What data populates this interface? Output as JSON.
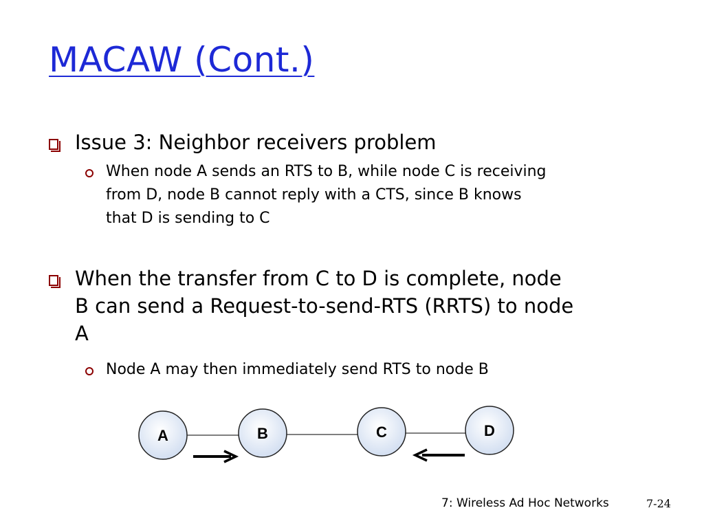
{
  "slide": {
    "title": "MACAW (Cont.)",
    "bullets": [
      {
        "text": "Issue 3: Neighbor receivers problem",
        "sub": [
          {
            "lines": [
              "When node A sends an RTS to B, while node C is receiving",
              "from D,  node B cannot reply with a CTS, since B knows",
              "that D is sending to C"
            ]
          }
        ]
      },
      {
        "lines": [
          "When the transfer from C to D is complete, node",
          "B can send a Request-to-send-RTS (RRTS) to node",
          "A"
        ],
        "sub": [
          {
            "lines": [
              "Node A may then immediately send RTS to node B"
            ]
          }
        ]
      }
    ]
  },
  "diagram": {
    "nodes": [
      "A",
      "B",
      "C",
      "D"
    ],
    "node_fill": "#dde8f6",
    "node_stroke": "#000000",
    "arrows": [
      {
        "from": "A",
        "to": "B",
        "direction": "right"
      },
      {
        "from": "D",
        "to": "C",
        "direction": "left"
      }
    ]
  },
  "footer": {
    "chapter": "7: Wireless Ad Hoc Networks",
    "page": "7-24"
  },
  "colors": {
    "title": "#1d29d6",
    "bullet_marker": "#8b0000"
  }
}
